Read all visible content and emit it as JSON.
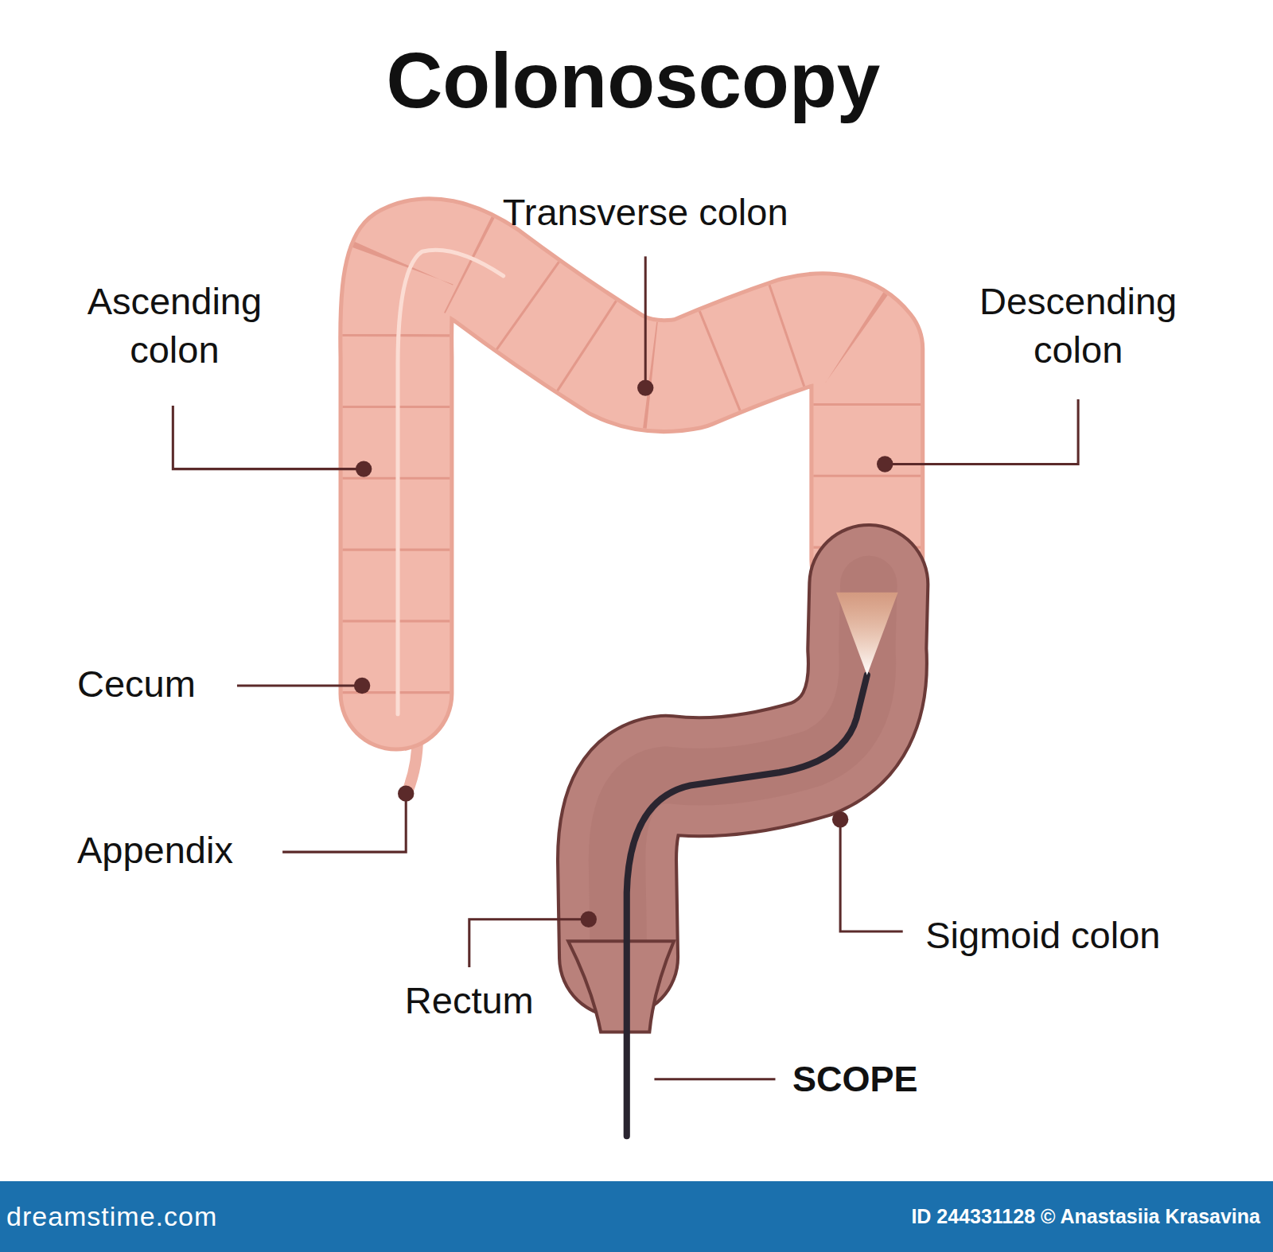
{
  "diagram": {
    "title": "Colonoscopy",
    "nodes": [
      {
        "text": [
          "dreamstime.com",
          "ID 244331128 © Anastasiia Krasavina"
        ]
      }
    ],
    "labels": [
      "Transverse colon",
      "Ascending colon",
      "Descending colon",
      "Cecum",
      "Appendix",
      "Rectum",
      "Sigmoid colon",
      "SCOPE"
    ]
  }
}
